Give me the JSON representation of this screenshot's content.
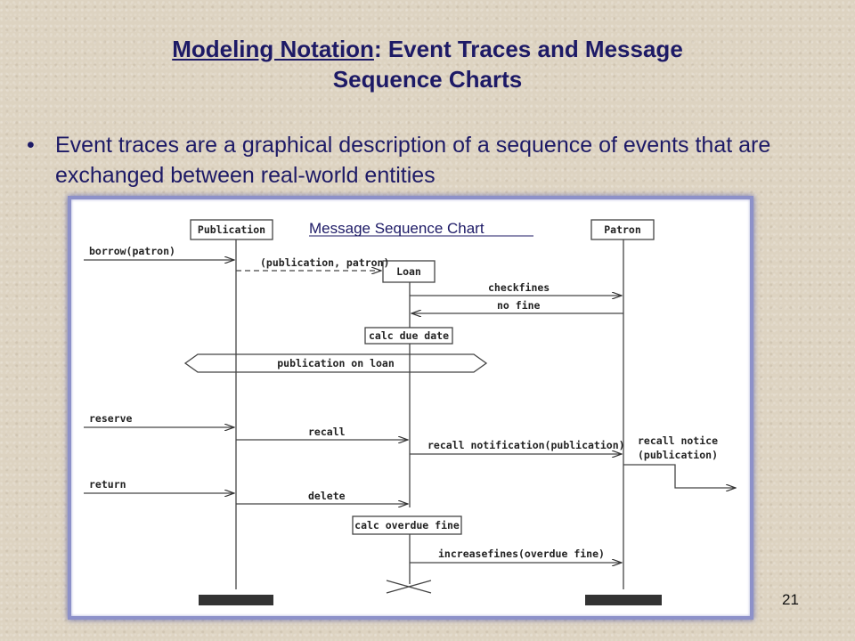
{
  "slide": {
    "title_part1": "Modeling Notation",
    "title_part2": ": Event Traces and Message",
    "title_line2": "Sequence Charts",
    "bullet_marker": "•",
    "bullet_text": "Event traces are a graphical description of a sequence of events that are exchanged between real-world entities",
    "page_number": "21"
  },
  "diagram": {
    "chart_title": "Message Sequence Chart",
    "entities": {
      "publication": "Publication",
      "patron": "Patron",
      "loan": "Loan"
    },
    "messages": {
      "borrow": "borrow(patron)",
      "create_loan": "(publication, patron)",
      "checkfines": "checkfines",
      "no_fine": "no fine",
      "calc_due": "calc due date",
      "condition": "publication on loan",
      "reserve": "reserve",
      "recall": "recall",
      "recall_notification": "recall notification(publication)",
      "recall_notice_1": "recall notice",
      "recall_notice_2": "(publication)",
      "return": "return",
      "delete": "delete",
      "calc_overdue": "calc overdue fine",
      "increasefines": "increasefines(overdue fine)"
    }
  }
}
